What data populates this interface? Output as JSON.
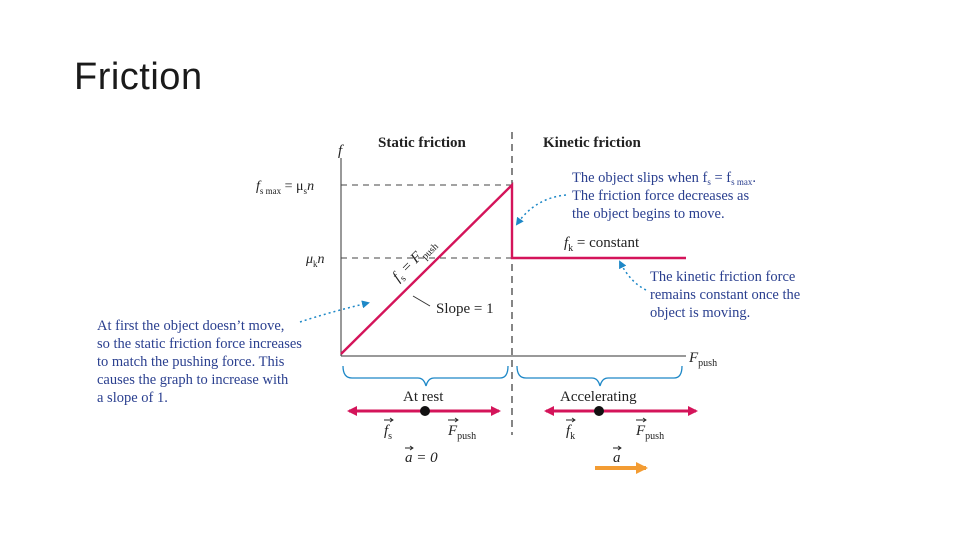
{
  "slide": {
    "title": "Friction"
  },
  "diagram": {
    "headers": {
      "static": "Static friction",
      "kinetic": "Kinetic friction"
    },
    "axes": {
      "y_label": "f",
      "x_label_main": "F",
      "x_label_sub": "push",
      "tick_fsmax_lhs": "f",
      "tick_fsmax_sub": "s max",
      "tick_fsmax_eq": " = μ",
      "tick_fsmax_mu_sub": "s",
      "tick_fsmax_n": "n",
      "tick_muk_mu": "μ",
      "tick_muk_sub": "k",
      "tick_muk_n": "n"
    },
    "line_labels": {
      "slope_eq": "f",
      "slope_eq_sub": "s",
      "slope_eq_rhs": " = F",
      "slope_eq_rhs_sub": "push",
      "slope_text": "Slope = 1",
      "kinetic_const": "f",
      "kinetic_const_sub": "k",
      "kinetic_const_rhs": " = constant"
    },
    "annotations": {
      "slip": [
        "The object slips when f",
        "The friction force decreases as",
        "the object begins to move."
      ],
      "slip_parts": {
        "s1": "s",
        "eq": " = f",
        "s2": "s max",
        "dot": "."
      },
      "kinetic": [
        "The kinetic friction force",
        "remains constant once the",
        "object is moving."
      ],
      "rest": [
        "At first the object doesn’t move,",
        "so the static friction force increases",
        "to match the pushing force. This",
        "causes the graph to increase with",
        "a slope of 1."
      ]
    },
    "regions": {
      "rest": "At rest",
      "accel": "Accelerating"
    },
    "vectors": {
      "fs": "f",
      "fs_sub": "s",
      "fpush1": "F",
      "fpush1_sub": "push",
      "fk": "f",
      "fk_sub": "k",
      "fpush2": "F",
      "fpush2_sub": "push",
      "a_zero": "a = 0",
      "a": "a"
    },
    "colors": {
      "curve": "#d4145a",
      "annotation": "#2a3f8f",
      "arrow_dotted": "#1e88c7",
      "accel_arrow": "#f39c33"
    }
  }
}
